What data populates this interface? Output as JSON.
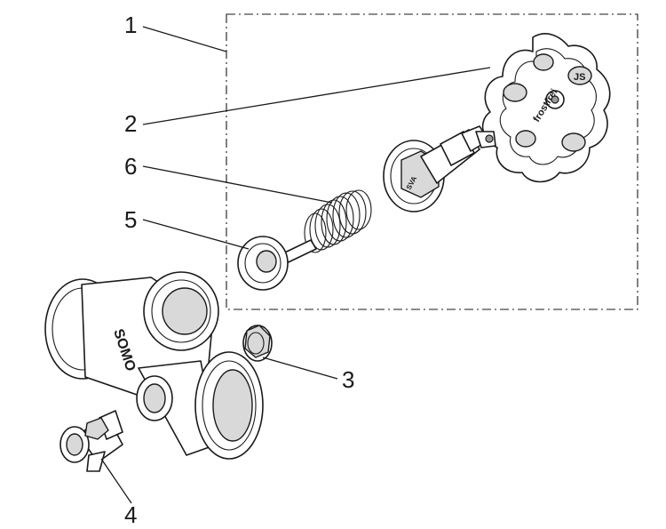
{
  "callouts": [
    {
      "id": "1",
      "label": "1"
    },
    {
      "id": "2",
      "label": "2"
    },
    {
      "id": "3",
      "label": "3"
    },
    {
      "id": "4",
      "label": "4"
    },
    {
      "id": "5",
      "label": "5"
    },
    {
      "id": "6",
      "label": "6"
    }
  ],
  "handwheel": {
    "text": "frostfrei",
    "logo": "JS"
  },
  "body": {
    "mark": "SOMO"
  },
  "bonnet": {
    "mark": "SVA"
  }
}
